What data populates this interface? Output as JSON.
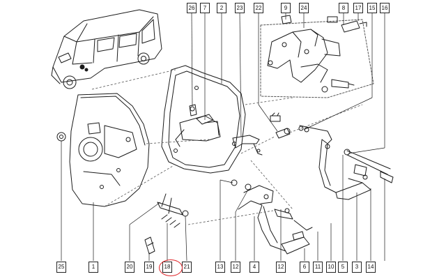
{
  "top_labels": [
    "26",
    "7",
    "2",
    "23",
    "22",
    "9",
    "24",
    "8",
    "17",
    "15",
    "16"
  ],
  "bottom_labels": [
    "25",
    "1",
    "20",
    "19",
    "18",
    "21",
    "13",
    "12",
    "4",
    "12",
    "6",
    "11",
    "10",
    "5",
    "3",
    "14"
  ],
  "highlighted_label": "18",
  "colors": {
    "line": "#1a1a1a",
    "dashed": "#555555",
    "highlight": "#e0262a"
  }
}
